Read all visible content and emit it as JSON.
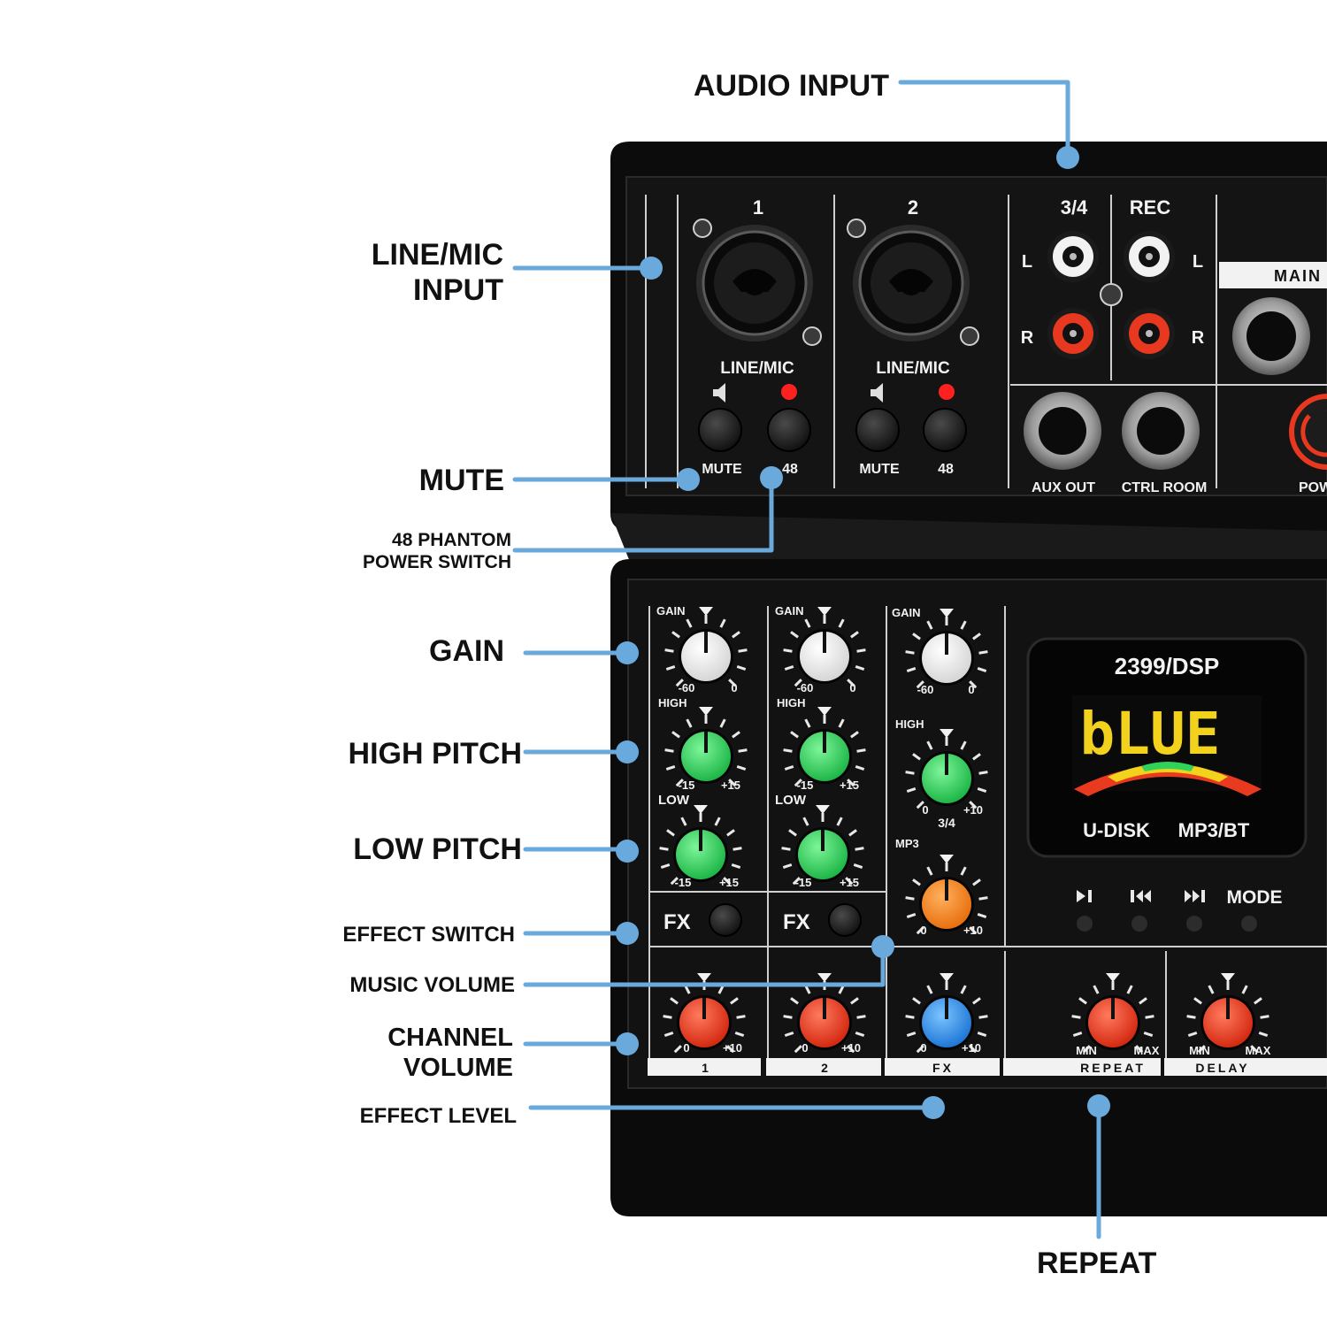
{
  "callouts": {
    "audio_input": "AUDIO INPUT",
    "line_mic_input_1": "LINE/MIC",
    "line_mic_input_2": "INPUT",
    "mute": "MUTE",
    "phantom_1": "48 PHANTOM",
    "phantom_2": "POWER SWITCH",
    "gain": "GAIN",
    "high_pitch": "HIGH PITCH",
    "low_pitch": "LOW PITCH",
    "effect_switch": "EFFECT SWITCH",
    "music_volume": "MUSIC VOLUME",
    "channel_volume_1": "CHANNEL",
    "channel_volume_2": "VOLUME",
    "effect_level": "EFFECT LEVEL",
    "repeat": "REPEAT"
  },
  "panel": {
    "ch1_number": "1",
    "ch2_number": "2",
    "line_mic": "LINE/MIC",
    "mute": "MUTE",
    "phantom": "48",
    "ch34": "3/4",
    "rec": "REC",
    "left": "L",
    "right": "R",
    "main": "MAIN",
    "aux_out": "AUX OUT",
    "ctrl_room": "CTRL ROOM",
    "power": "POW",
    "gain": "GAIN",
    "high": "HIGH",
    "low": "LOW",
    "mp3": "MP3",
    "gain_min": "-60",
    "gain_max": "0",
    "eq_min": "-15",
    "eq_max": "+15",
    "vol_min": "0",
    "vol_max": "+10",
    "fx": "FX",
    "strip_1": "1",
    "strip_2": "2",
    "strip_fx": "FX",
    "strip_repeat": "REPEAT",
    "strip_delay": "DELAY",
    "knob_min": "MIN",
    "knob_max": "MAX",
    "display_model": "2399/DSP",
    "display_word": "bLUE",
    "display_udisk": "U-DISK",
    "display_mp3bt": "MP3/BT",
    "mode": "MODE"
  },
  "colors": {
    "body": "#0d0d0d",
    "panel": "#151515",
    "callout_line": "#6aa9dc",
    "gain_knob": "#ffffff",
    "eq_knob": "#2fd35a",
    "mp3_knob": "#f7871f",
    "volume_knob": "#e8381f",
    "fx_knob": "#2f8fe6",
    "display_text": "#f2d21c",
    "phantom_led": "#ff2020"
  }
}
